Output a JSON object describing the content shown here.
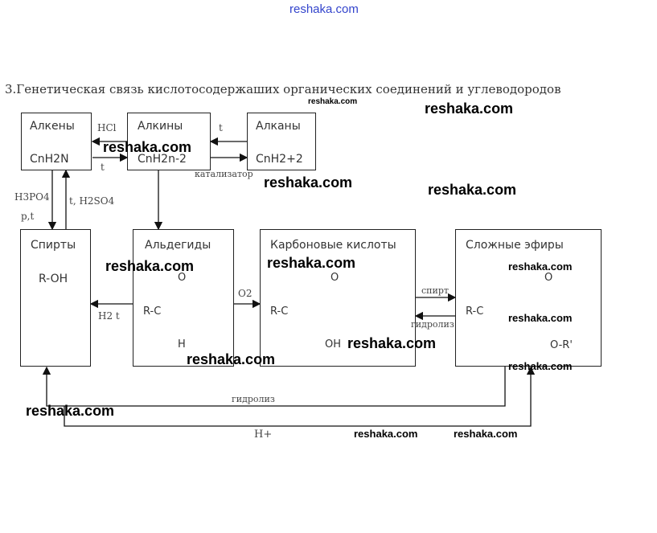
{
  "watermark": "reshaka.com",
  "title": "3.Генетическая связь кислотосодержаших органических соединений и углеводородов",
  "nodes": {
    "alkenes": {
      "name": "Алкены",
      "formula": "CnH2N"
    },
    "alkynes": {
      "name": "Алкины",
      "formula": "CnH2n-2"
    },
    "alkanes": {
      "name": "Алканы",
      "formula": "CnH2+2"
    },
    "alcohols": {
      "name": "Спирты",
      "formula": "R-OH"
    },
    "aldehydes": {
      "name": "Альдегиды",
      "atom_o": "O",
      "r_group": "R-C",
      "atom_h": "H"
    },
    "acids": {
      "name": "Карбоновые кислоты",
      "atom_o": "O",
      "r_group": "R-C",
      "oh": "OH"
    },
    "esters": {
      "name": "Сложные эфиры",
      "atom_o": "O",
      "r_group": "R-C",
      "or_group": "O-R'"
    }
  },
  "labels": {
    "hcl": "HCl",
    "t1": "t",
    "t2": "t",
    "catalyst": "катализатор",
    "h3po4": "H3PO4",
    "pt": "p,t",
    "h2so4": "t, H2SO4",
    "h2": "H2 t",
    "o2": "O2",
    "spirt": "спирт",
    "hydrolysis1": "гидролиз",
    "hydrolysis2": "гидролиз",
    "hplus": "H+"
  }
}
